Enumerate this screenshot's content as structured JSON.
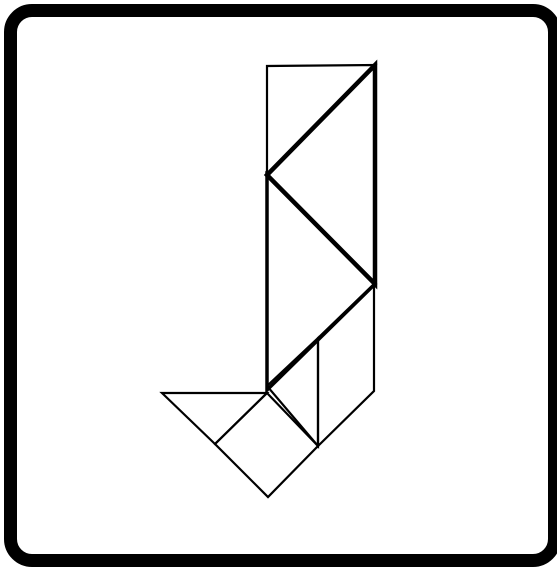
{
  "figure": {
    "subject": "tangram-puzzle",
    "shape": "letter-j",
    "colors": {
      "background": "#ffffff",
      "frame": "#000000",
      "outline": "#000000"
    },
    "pieces": [
      {
        "id": "small-triangle-bottom-left",
        "kind": "triangle"
      },
      {
        "id": "square-bottom",
        "kind": "square"
      },
      {
        "id": "small-triangle-hook",
        "kind": "triangle"
      },
      {
        "id": "parallelogram-right",
        "kind": "parallelogram"
      },
      {
        "id": "medium-triangle-right",
        "kind": "triangle"
      },
      {
        "id": "large-triangle-middle",
        "kind": "triangle"
      },
      {
        "id": "large-triangle-top",
        "kind": "triangle"
      }
    ]
  }
}
